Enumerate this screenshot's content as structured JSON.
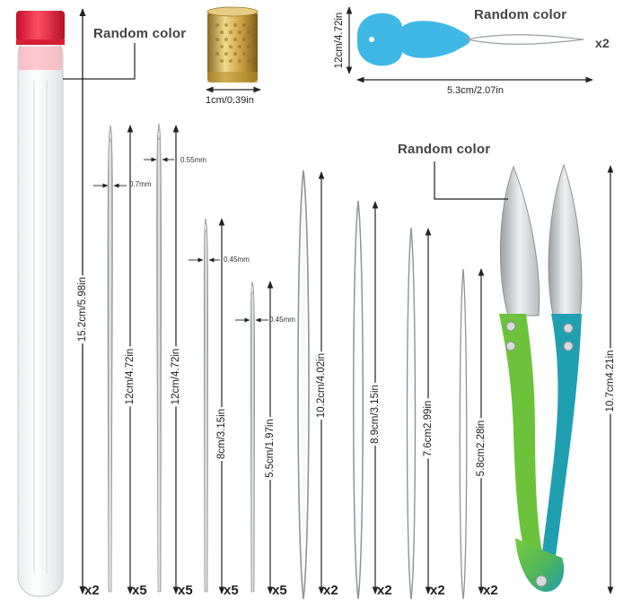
{
  "colors": {
    "tube_cap": "#e8233f",
    "threader": "#3fb8e6",
    "thimble": "#c9a24a",
    "scissors_handle_green": "#6cc23a",
    "scissors_handle_teal": "#1f9fb0",
    "arrow": "#222222"
  },
  "product": {
    "random_color_labels": [
      "Random color",
      "Random color",
      "Random color"
    ],
    "threader_qty": "x2",
    "thimble_size": "1cm/0.39in",
    "threader_height": "12cm/4.72in",
    "threader_width": "5.3cm/2.07in",
    "tube_length": "15.2cm/5.98in",
    "scissors_length": "10.7cm4.21in",
    "gauges": [
      "0.7mm",
      "0.55mm",
      "0.45mm",
      "0.45mm"
    ],
    "needles": [
      {
        "length": "12cm/4.72in",
        "qty": "x5"
      },
      {
        "length": "12cm/4.72in",
        "qty": "x5"
      },
      {
        "length": "8cm/3.15in",
        "qty": "x5"
      },
      {
        "length": "5.5cm/1.97in",
        "qty": "x5"
      },
      {
        "length": "10.2cm/4.02in",
        "qty": "x2"
      },
      {
        "length": "8.9cm/3.15in",
        "qty": "x2"
      },
      {
        "length": "7.6cm2.99in",
        "qty": "x2"
      },
      {
        "length": "5.8cm2.28in",
        "qty": "x2"
      }
    ],
    "tube_qty": "x2"
  }
}
